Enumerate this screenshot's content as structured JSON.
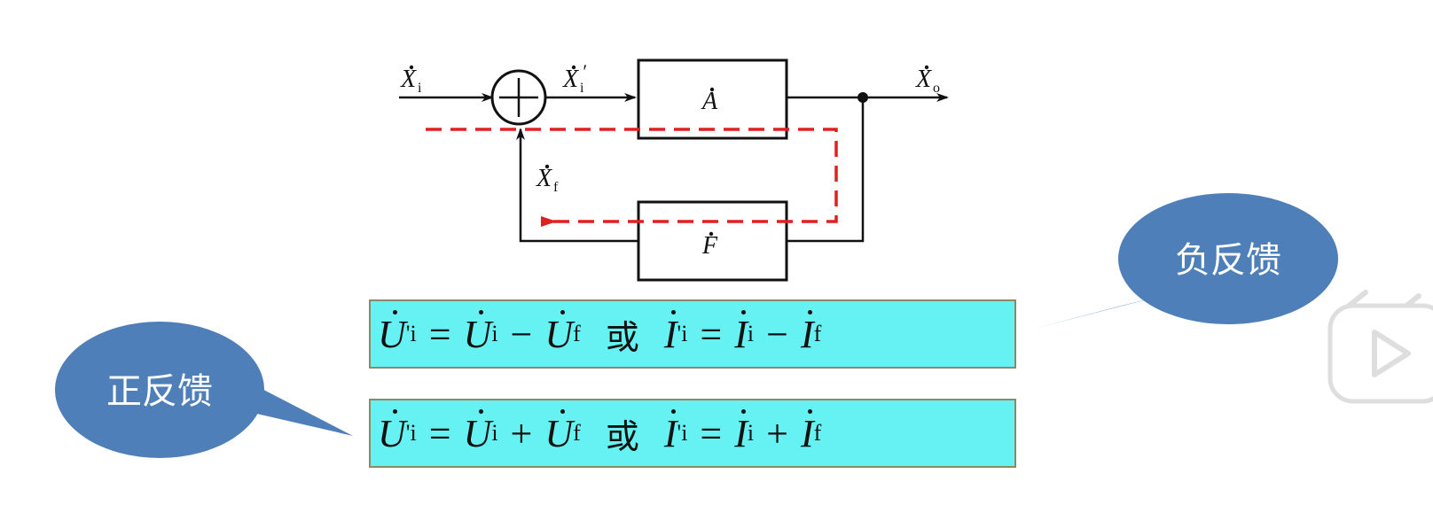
{
  "diagram": {
    "labels": {
      "xi": "X",
      "xi_sub": "i",
      "xi_prime": "X",
      "xi_prime_sub": "i",
      "xi_prime_mark": "′",
      "xo": "X",
      "xo_sub": "o",
      "xf": "X",
      "xf_sub": "f",
      "a_block": "A",
      "f_block": "F"
    },
    "colors": {
      "line": "#111111",
      "feedback_path": "#e02020",
      "bubble": "#4f7fb8",
      "formula_bg": "#66f2f2"
    }
  },
  "bubbles": {
    "negative": "负反馈",
    "positive": "正反馈"
  },
  "formulas": {
    "negative": {
      "u_var": "U",
      "u_prime": "'",
      "u_sub": "i",
      "eq": "=",
      "ui": "U",
      "ui_sub": "i",
      "op": "−",
      "uf": "U",
      "uf_sub": "f",
      "or": "或",
      "i_var": "I",
      "i_prime": "'",
      "i_sub": "i",
      "eq2": "=",
      "ii": "I",
      "ii_sub": "i",
      "op2": "−",
      "if": "I",
      "if_sub": "f"
    },
    "positive": {
      "u_var": "U",
      "u_prime": "'",
      "u_sub": "i",
      "eq": "=",
      "ui": "U",
      "ui_sub": "i",
      "op": "+",
      "uf": "U",
      "uf_sub": "f",
      "or": "或",
      "i_var": "I",
      "i_prime": "'",
      "i_sub": "i",
      "eq2": "=",
      "ii": "I",
      "ii_sub": "i",
      "op2": "+",
      "if": "I",
      "if_sub": "f"
    }
  },
  "player": {
    "play_icon": "play-icon"
  }
}
